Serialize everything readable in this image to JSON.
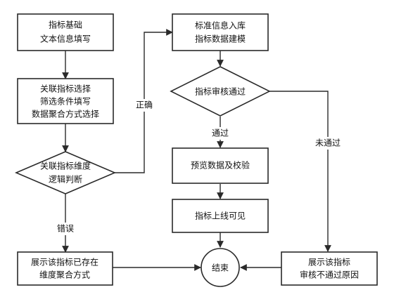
{
  "nodes": {
    "basic_info": {
      "lines": [
        "指标基础",
        "文本信息填写"
      ]
    },
    "related_select": {
      "lines": [
        "关联指标选择",
        "筛选条件填写",
        "数据聚合方式选择"
      ]
    },
    "logic_check": {
      "lines": [
        "关联指标维度",
        "逻辑判断"
      ]
    },
    "show_exists": {
      "lines": [
        "展示该指标已存在",
        "维度聚合方式"
      ]
    },
    "standard_store": {
      "lines": [
        "标准信息入库",
        "指标数据建模"
      ]
    },
    "review": {
      "lines": [
        "指标审核通过"
      ]
    },
    "preview": {
      "lines": [
        "预览数据及校验"
      ]
    },
    "online": {
      "lines": [
        "指标上线可见"
      ]
    },
    "end": {
      "lines": [
        "结束"
      ]
    },
    "show_reject": {
      "lines": [
        "展示该指标",
        "审核不通过原因"
      ]
    }
  },
  "edge_labels": {
    "correct": "正确",
    "error": "错误",
    "passed": "通过",
    "not_passed": "未通过"
  }
}
